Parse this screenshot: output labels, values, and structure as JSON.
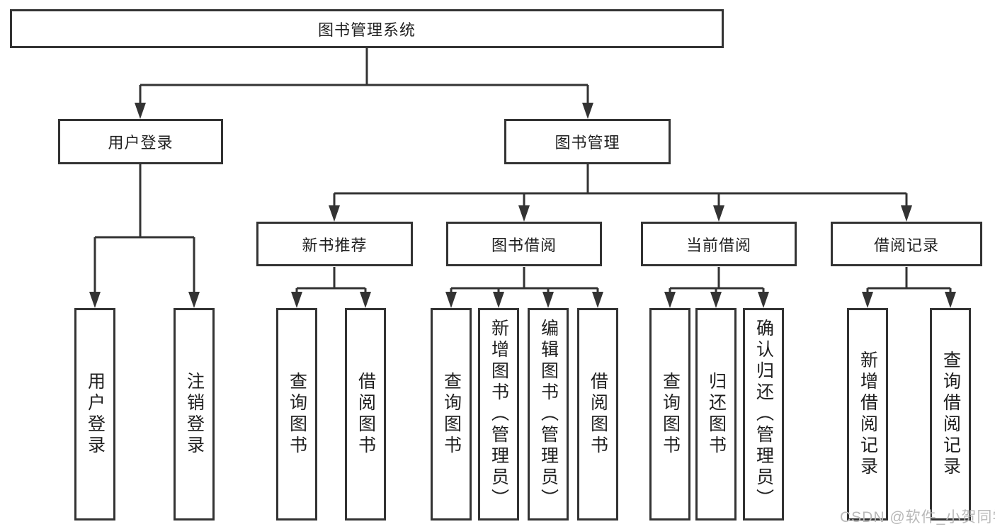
{
  "diagram": {
    "root": "图书管理系统",
    "level2": {
      "user_login": "用户登录",
      "book_mgmt": "图书管理"
    },
    "user_login_children": {
      "login": "用户登录",
      "logout": "注销登录"
    },
    "level3": {
      "new_books": "新书推荐",
      "borrow": "图书借阅",
      "current": "当前借阅",
      "records": "借阅记录"
    },
    "new_books_children": {
      "query": "查询图书",
      "borrow": "借阅图书"
    },
    "borrow_children": {
      "query": "查询图书",
      "add": "新增图书（管理员）",
      "edit": "编辑图书（管理员）",
      "borrow": "借阅图书"
    },
    "current_children": {
      "query": "查询图书",
      "return": "归还图书",
      "confirm": "确认归还（管理员）"
    },
    "records_children": {
      "add": "新增借阅记录",
      "query": "查询借阅记录"
    }
  },
  "watermark": "CSDN @软件_小贺同学",
  "colors": {
    "line": "#333333",
    "text": "#1f1f1f",
    "watermark": "#b9b9b9",
    "background": "#ffffff"
  }
}
